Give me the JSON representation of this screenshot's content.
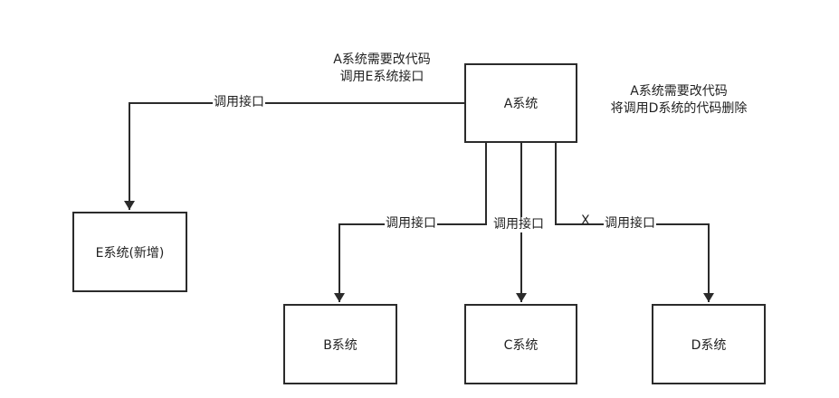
{
  "nodes": {
    "a": "A系统",
    "b": "B系统",
    "c": "C系统",
    "d": "D系统",
    "e": "E系统(新增)"
  },
  "edge_label": "调用接口",
  "removed_mark": "X",
  "notes": {
    "call_e": [
      "A系统需要改代码",
      "调用E系统接口"
    ],
    "remove_d": [
      "A系统需要改代码",
      "将调用D系统的代码删除"
    ]
  },
  "colors": {
    "line": "#2b2b2b",
    "text": "#222222"
  }
}
